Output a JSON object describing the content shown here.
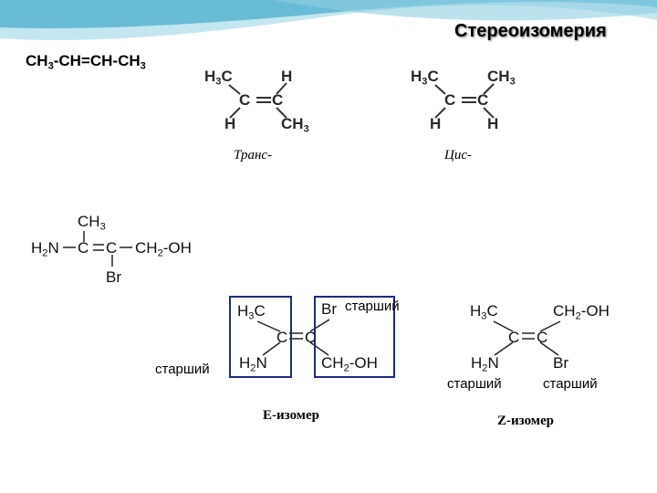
{
  "title": "Стереоизомерия",
  "butene_formula": {
    "p1": "CH",
    "s1": "3",
    "p2": "-CH=CH-CH",
    "s2": "3"
  },
  "trans": {
    "h3c_h": "H",
    "h3c_sub": "3",
    "h3c_c": "C",
    "h_top": "H",
    "c_left": "C",
    "c_right": "C",
    "h_bottom": "H",
    "ch3_ch": "CH",
    "ch3_sub": "3",
    "label": "Транс-"
  },
  "cis": {
    "h3c_h": "H",
    "h3c_sub": "3",
    "h3c_c": "C",
    "ch3_ch": "CH",
    "ch3_sub": "3",
    "c_left": "C",
    "c_right": "C",
    "h_left": "H",
    "h_right": "H",
    "label": "Цис-"
  },
  "compound": {
    "ch3_ch": "CH",
    "ch3_sub": "3",
    "h2n_h": "H",
    "h2n_sub": "2",
    "h2n_n": "N",
    "c1": "C",
    "c2": "C",
    "ch2oh_ch": "CH",
    "ch2oh_sub": "2",
    "ch2oh_oh": "-OH",
    "br": "Br"
  },
  "e_isomer": {
    "h3c_h": "H",
    "h3c_sub": "3",
    "h3c_c": "C",
    "br": "Br",
    "c_left": "C",
    "c_right": "C",
    "h2n_h": "H",
    "h2n_sub": "2",
    "h2n_n": "N",
    "ch2oh_ch": "CH",
    "ch2oh_sub": "2",
    "ch2oh_oh": "-OH",
    "senior_top": "старший",
    "senior_left": "старший",
    "label": "E-изомер"
  },
  "z_isomer": {
    "h3c_h": "H",
    "h3c_sub": "3",
    "h3c_c": "C",
    "ch2oh_ch": "CH",
    "ch2oh_sub": "2",
    "ch2oh_oh": "-OH",
    "c_left": "C",
    "c_right": "C",
    "h2n_h": "H",
    "h2n_sub": "2",
    "h2n_n": "N",
    "br": "Br",
    "senior_left": "старший",
    "senior_right": "старший",
    "label": "Z-изомер"
  },
  "colors": {
    "wave_dark": "#69bcd5",
    "wave_light": "#c3e6f1"
  }
}
